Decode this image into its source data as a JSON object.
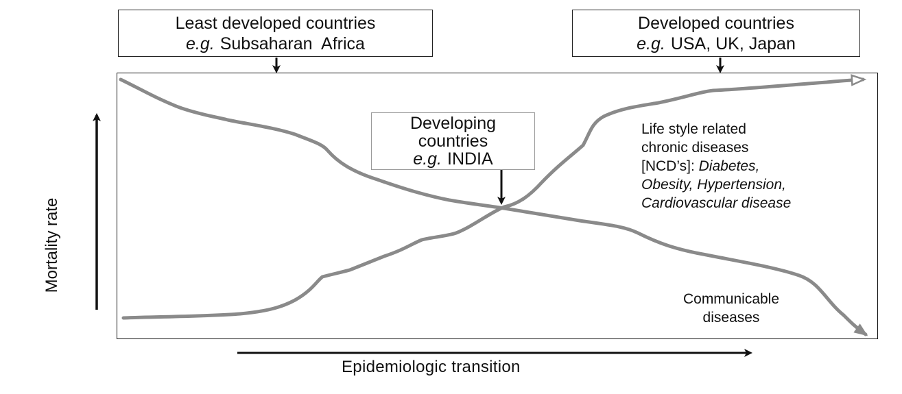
{
  "boxes": {
    "least_developed": {
      "title": "Least developed countries",
      "eg": "e.g.",
      "example": "Subsaharan  Africa"
    },
    "developed": {
      "title": "Developed countries",
      "eg": "e.g.",
      "example": "USA, UK, Japan"
    },
    "developing": {
      "line1": "Developing",
      "line2": "countries",
      "eg": "e.g.",
      "example": "INDIA"
    }
  },
  "ncd_label": {
    "line1": "Life style related",
    "line2": "chronic diseases",
    "line3_prefix": "[NCD’s]: ",
    "line3_italic": "Diabetes,",
    "line4": "Obesity, Hypertension,",
    "line5": "Cardiovascular disease"
  },
  "communicable_label": {
    "line1": "Communicable",
    "line2": "diseases"
  },
  "axes": {
    "y_label": "Mortality rate",
    "x_label": "Epidemiologic transition"
  },
  "colors": {
    "curve": "#8a8a8a",
    "frame": "#111111",
    "arrow": "#111111"
  }
}
